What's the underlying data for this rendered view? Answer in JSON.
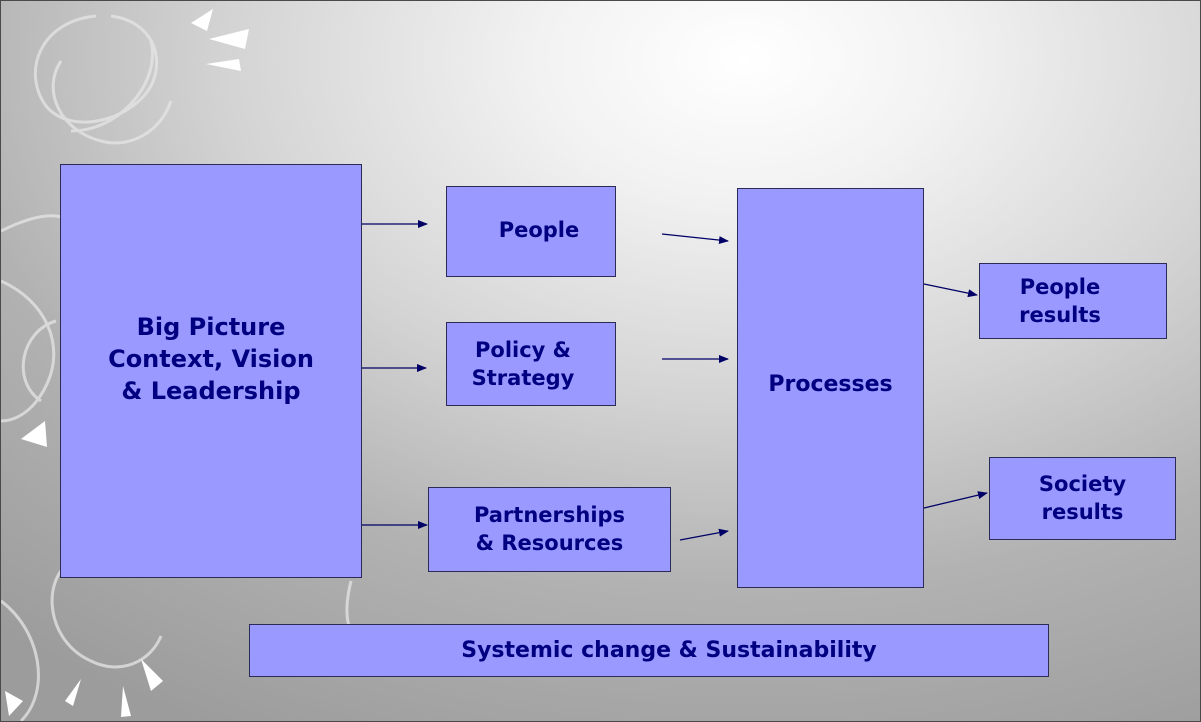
{
  "diagram": {
    "boxes": {
      "big_picture": "Big Picture\nContext, Vision\n& Leadership",
      "people": "People",
      "policy": "Policy &\nStrategy",
      "partnerships": "Partnerships\n& Resources",
      "processes": "Processes",
      "people_results": "People\nresults",
      "society_results": "Society\nresults",
      "systemic": "Systemic change & Sustainability"
    },
    "colors": {
      "box_fill": "#9999ff",
      "text": "#000080",
      "arrow": "#000066"
    }
  }
}
